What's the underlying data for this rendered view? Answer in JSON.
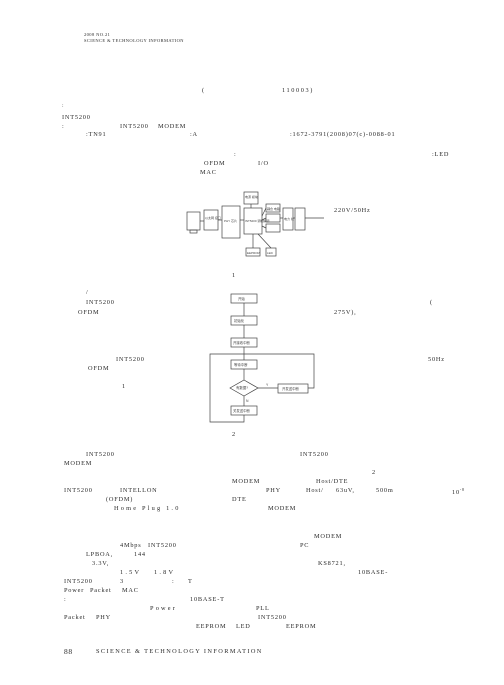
{
  "header": {
    "issue_line": "2008 NO.21",
    "journal_line": "SCIENCE & TECHNOLOGY INFORMATION"
  },
  "affiliation": {
    "paren_open": "(",
    "postcode": "110003)"
  },
  "front": {
    "colon_mark": ":",
    "keyword": "INT5200",
    "kw_colon": ":",
    "kw_terms": [
      "INT5200",
      "MODEM"
    ],
    "clc_label": ":TN91",
    "doc_code": ":A",
    "article_id": ":1672-3791(2008)07(c)-0088-01"
  },
  "body_fragments": {
    "led": ":LED",
    "ofdm_io": [
      "OFDM",
      "I/O"
    ],
    "mac": "MAC",
    "power_in": "220V/50Hz",
    "fig1_caption": "1",
    "slash_mark": "/",
    "int_a": "INT5200",
    "ofdm_a": "OFDM",
    "paren_b": "(",
    "voltage": "275V),",
    "int_b": "INT5200",
    "ofdm_b": "OFDM",
    "freq": "50Hz",
    "num_1": "1",
    "fig2_caption": "2",
    "int_c": "INT5200",
    "int_d": "INT5200",
    "modem_a": "MODEM",
    "num_2": "2",
    "modem_dte": "MODEM",
    "host_dte": "Host/DTE",
    "int5200": "INT5200",
    "intellon": "INTELLON",
    "phy": "PHY",
    "host_slash": "Host/",
    "rate_63": "63uV,",
    "dist_500": "500m",
    "ten_exp": "10",
    "ten_exp_sup": "-8",
    "ofdm_paren": "(OFDM)",
    "dte": "DTE",
    "homeplug": "Home Plug 1.0",
    "modem_b": "MODEM",
    "modem_c": "MODEM",
    "mbps": "4Mbps",
    "int_e": "INT5200",
    "pc": "PC",
    "lpboa": "LPBOA,",
    "pins": "144",
    "volt3": "3.3V,",
    "ks": "KS8721,",
    "volt15": "1.5V",
    "volt18": "1.8V",
    "base10": "10BASE-",
    "int_f": "INT5200",
    "num_3": "3",
    "t_colon": ":",
    "t_letter": "T",
    "power": "Power",
    "packet": "Packet",
    "mac_b": "MAC",
    "base10t": "10BASE-T",
    "power2": "Power",
    "pll": "PLL",
    "packet2": "Packet",
    "phy2": "PHY",
    "int_g": "INT5200",
    "eeprom": "EEPROM",
    "led2": "LED",
    "eeprom2": "EEPROM"
  },
  "fig1_blocks": [
    "电源 模块",
    "以太网 接口",
    "PHY 芯片",
    "INT5200 调制解调",
    "EEPROM",
    "LED",
    "耦合 电路",
    "电力 线"
  ],
  "fig2_steps": {
    "start": "开始",
    "init": "初始化",
    "open_recv": "开接收中断",
    "wait": "等待中断",
    "question": "有数据?",
    "yes": "Y",
    "no": "N",
    "send": "开发送中断",
    "close": "关发送中断"
  },
  "footer": {
    "page_number": "88",
    "journal": "SCIENCE & TECHNOLOGY INFORMATION"
  }
}
